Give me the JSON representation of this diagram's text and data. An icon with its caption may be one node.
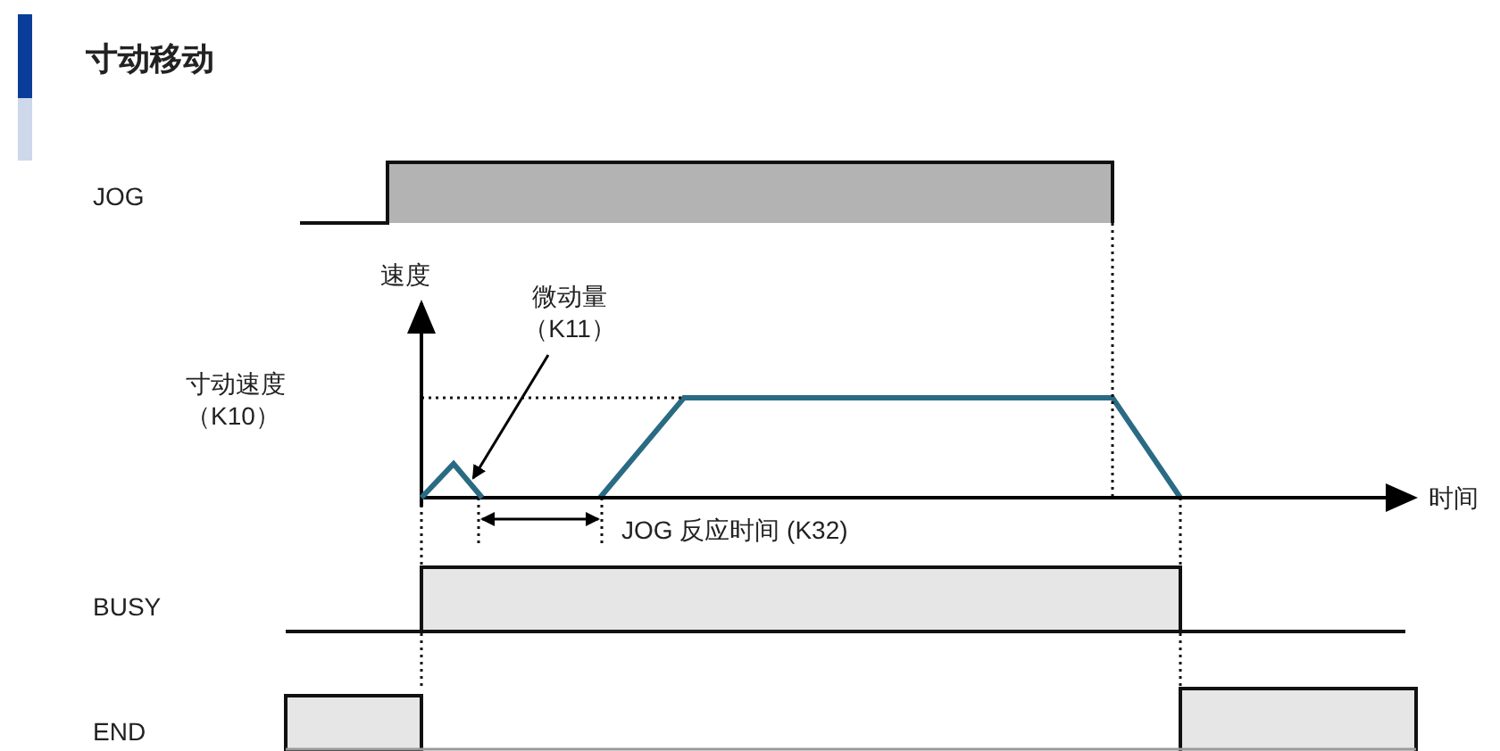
{
  "diagram": {
    "title": "寸动移动",
    "nodes": [
      {
        "text": [
          "微动量（K11）"
        ]
      },
      {
        "text": [],
        "shape": "picture"
      }
    ],
    "edges": [
      {
        "from": 0,
        "to": 1,
        "arrow": "to"
      }
    ],
    "labels": [
      "JOG",
      "速度",
      "寸动速度（K10）",
      "时间",
      "JOG 反应时间 (K32)",
      "BUSY",
      "END"
    ]
  }
}
